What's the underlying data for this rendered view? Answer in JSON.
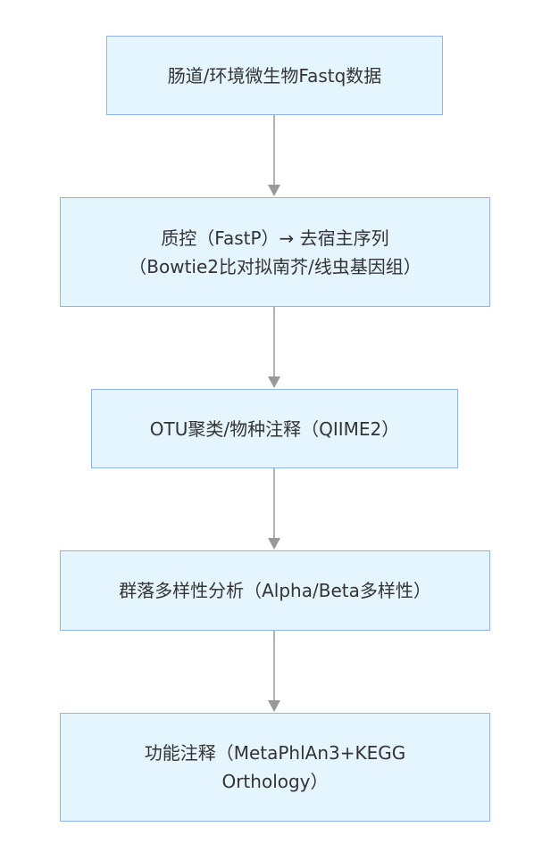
{
  "nodes": [
    {
      "id": "step1",
      "lines": [
        "肠道/环境微生物Fastq数据"
      ]
    },
    {
      "id": "step2",
      "lines": [
        "质控（FastP）→ 去宿主序列",
        "（Bowtie2比对拟南芥/线虫基因组）"
      ]
    },
    {
      "id": "step3",
      "lines": [
        "OTU聚类/物种注释（QIIME2）"
      ]
    },
    {
      "id": "step4",
      "lines": [
        "群落多样性分析（Alpha/Beta多样性）"
      ]
    },
    {
      "id": "step5",
      "lines": [
        "功能注释（MetaPhlAn3+KEGG",
        "Orthology）"
      ]
    }
  ],
  "edges": [
    {
      "from": "step1",
      "to": "step2"
    },
    {
      "from": "step2",
      "to": "step3"
    },
    {
      "from": "step3",
      "to": "step4"
    },
    {
      "from": "step4",
      "to": "step5"
    }
  ],
  "colors": {
    "node_fill": "#e5f5fd",
    "node_border": "#8fb4ec",
    "edge": "#999999",
    "text": "#333333"
  }
}
